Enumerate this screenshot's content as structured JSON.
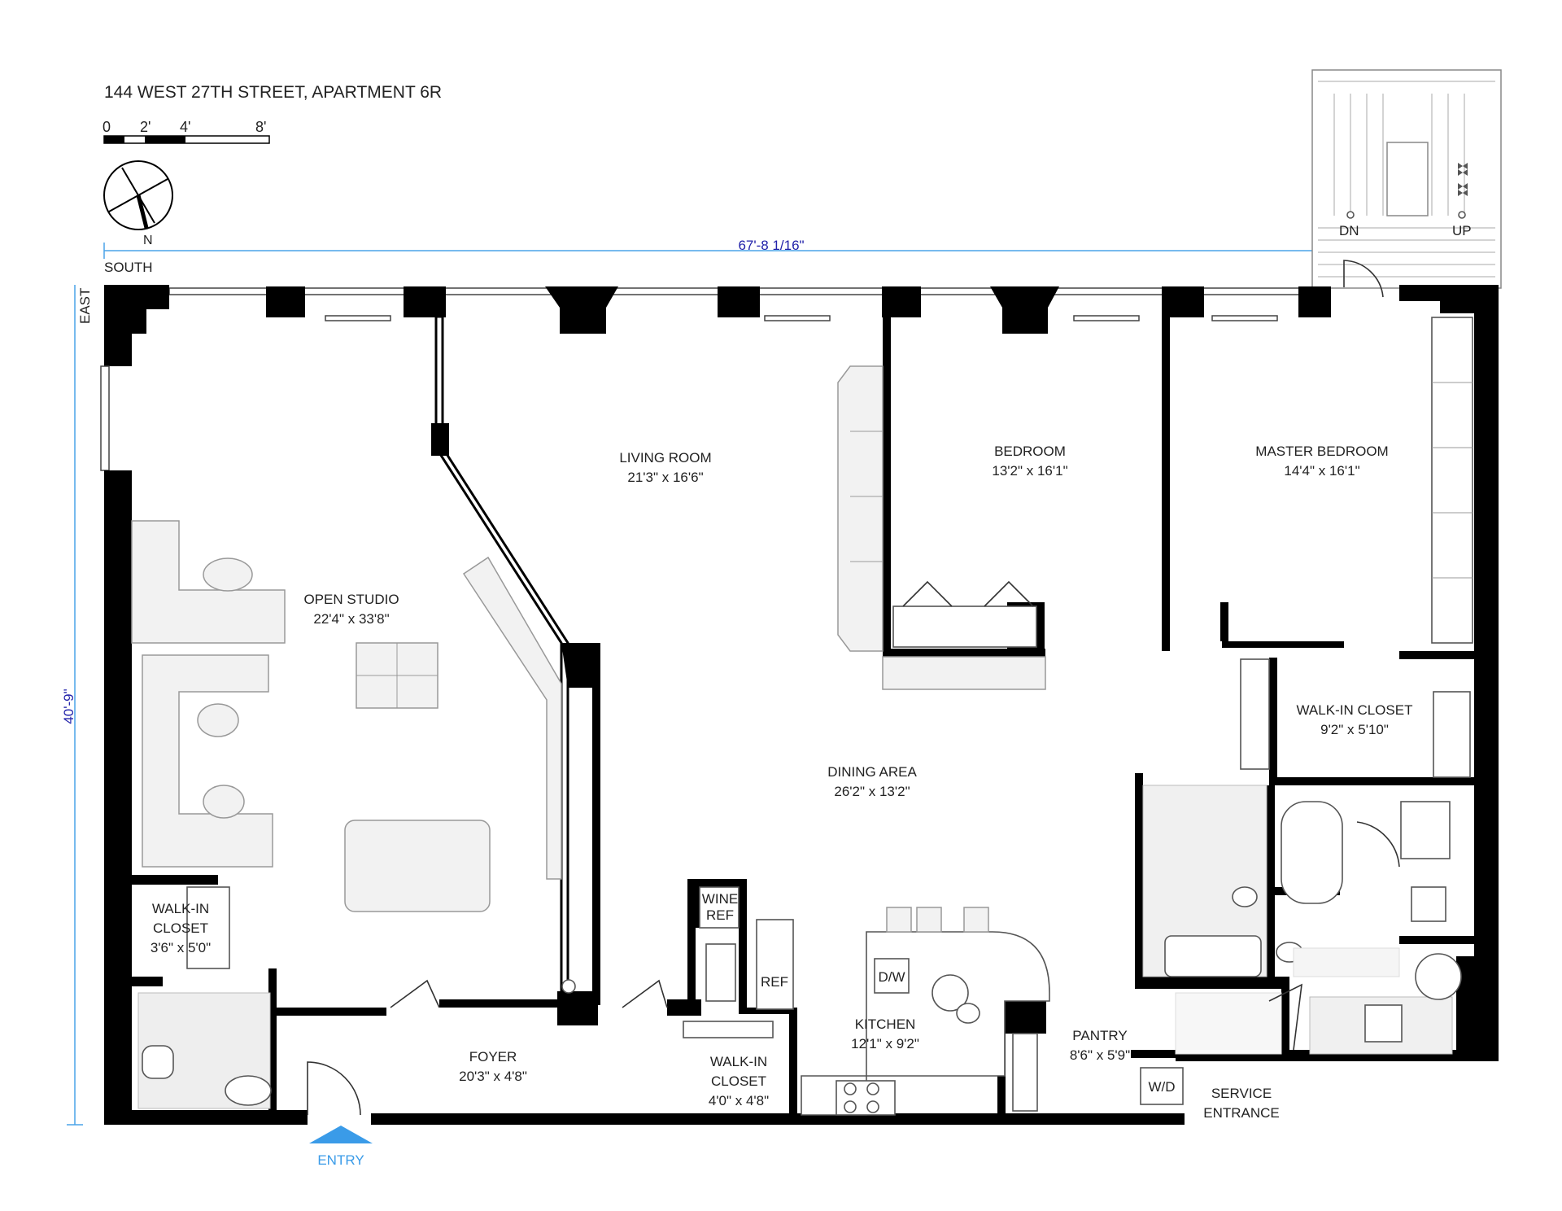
{
  "title": "144 WEST 27TH STREET, APARTMENT 6R",
  "scale": {
    "labels": [
      "0",
      "2'",
      "4'",
      "8'"
    ]
  },
  "compass": {
    "north": "N"
  },
  "orientation": {
    "south": "SOUTH",
    "east": "EAST"
  },
  "dimensions": {
    "width": "67'-8 1/16\"",
    "height": "40'-9\""
  },
  "stairs": {
    "down": "DN",
    "up": "UP"
  },
  "rooms": {
    "open_studio": {
      "name": "OPEN STUDIO",
      "size": "22'4\" x 33'8\""
    },
    "living_room": {
      "name": "LIVING ROOM",
      "size": "21'3\" x 16'6\""
    },
    "bedroom": {
      "name": "BEDROOM",
      "size": "13'2\" x 16'1\""
    },
    "master_bedroom": {
      "name": "MASTER BEDROOM",
      "size": "14'4\" x 16'1\""
    },
    "walkin_closet_master": {
      "name": "WALK-IN CLOSET",
      "size": "9'2\" x 5'10\""
    },
    "dining_area": {
      "name": "DINING AREA",
      "size": "26'2\" x 13'2\""
    },
    "walkin_closet_studio": {
      "line1": "WALK-IN",
      "line2": "CLOSET",
      "size": "3'6\" x 5'0\""
    },
    "foyer": {
      "name": "FOYER",
      "size": "20'3\" x 4'8\""
    },
    "walkin_closet_foyer": {
      "line1": "WALK-IN",
      "line2": "CLOSET",
      "size": "4'0\" x 4'8\""
    },
    "kitchen": {
      "name": "KITCHEN",
      "size": "12'1\" x 9'2\""
    },
    "pantry": {
      "name": "PANTRY",
      "size": "8'6\" x 5'9\""
    }
  },
  "appliances": {
    "wine_ref_1": "WINE",
    "wine_ref_2": "REF",
    "ref": "REF",
    "dw": "D/W",
    "wd": "W/D"
  },
  "entrances": {
    "entry": "ENTRY",
    "service_1": "SERVICE",
    "service_2": "ENTRANCE"
  },
  "colors": {
    "dimension_line": "#4aa3e8",
    "dimension_text": "#2222aa",
    "entry_arrow": "#3a9be8",
    "wall": "#000000"
  }
}
